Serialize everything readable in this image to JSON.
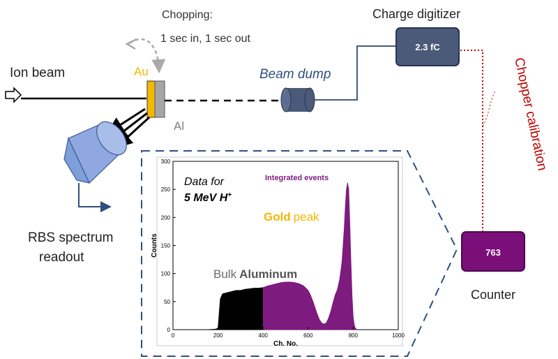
{
  "labels": {
    "ion_beam": "Ion beam",
    "au": "Au",
    "al": "Al",
    "chopping_title": "Chopping:",
    "chopping_detail": "1 sec in, 1 sec out",
    "beam_dump": "Beam dump",
    "charge_digitizer": "Charge digitizer",
    "charge_value": "2.3 fC",
    "chopper_calibration": "Chopper calibration",
    "counter": "Counter",
    "counter_value": "763",
    "rbs_line1": "RBS spectrum",
    "rbs_line2": "readout"
  },
  "colors": {
    "gold": "#f5b800",
    "aluminum": "#9b9b9b",
    "device": "#4a5a78",
    "counter": "#7a0f7a",
    "calibration": "#c00000",
    "dashed_frame": "#2f4f7f",
    "detector": "#7f9fd8",
    "integrated": "#7d1b7e"
  },
  "chart_data": {
    "type": "bar",
    "title": "",
    "xlabel": "Ch. No.",
    "ylabel": "Counts",
    "xlim": [
      0,
      1000
    ],
    "ylim": [
      0,
      300
    ],
    "xticks": [
      0,
      200,
      400,
      600,
      800,
      1000
    ],
    "yticks": [
      0,
      50,
      100,
      150,
      200,
      250,
      300
    ],
    "annotations": {
      "data_for_line1": "Data for",
      "data_for_line2": "5 MeV H",
      "data_for_sup": "+",
      "integrated_events": "Integrated events",
      "gold_word": "Gold",
      "peak_word": "peak",
      "bulk_word": "Bulk",
      "aluminum_word": "Aluminum"
    },
    "series": [
      {
        "name": "",
        "color": "#000000",
        "points": [
          [
            150,
            0
          ],
          [
            190,
            1
          ],
          [
            200,
            3
          ],
          [
            210,
            55
          ],
          [
            220,
            64
          ],
          [
            240,
            66
          ],
          [
            260,
            68
          ],
          [
            280,
            70
          ],
          [
            300,
            70
          ],
          [
            320,
            72
          ],
          [
            340,
            73
          ],
          [
            360,
            74
          ],
          [
            380,
            74
          ],
          [
            400,
            75
          ]
        ]
      },
      {
        "name": "",
        "color": "#7d1b7e",
        "points": [
          [
            400,
            75
          ],
          [
            420,
            78
          ],
          [
            440,
            80
          ],
          [
            460,
            82
          ],
          [
            480,
            84
          ],
          [
            500,
            85
          ],
          [
            520,
            85
          ],
          [
            540,
            84
          ],
          [
            560,
            82
          ],
          [
            580,
            78
          ],
          [
            600,
            70
          ],
          [
            610,
            62
          ],
          [
            620,
            52
          ],
          [
            630,
            40
          ],
          [
            640,
            28
          ],
          [
            650,
            18
          ],
          [
            660,
            12
          ],
          [
            670,
            10
          ],
          [
            680,
            12
          ],
          [
            690,
            20
          ],
          [
            700,
            32
          ],
          [
            710,
            48
          ],
          [
            720,
            62
          ],
          [
            730,
            72
          ],
          [
            740,
            90
          ],
          [
            750,
            120
          ],
          [
            760,
            180
          ],
          [
            765,
            220
          ],
          [
            770,
            250
          ],
          [
            775,
            262
          ],
          [
            780,
            250
          ],
          [
            785,
            190
          ],
          [
            790,
            120
          ],
          [
            795,
            60
          ],
          [
            800,
            22
          ],
          [
            805,
            8
          ],
          [
            810,
            2
          ],
          [
            820,
            0
          ]
        ]
      }
    ]
  }
}
